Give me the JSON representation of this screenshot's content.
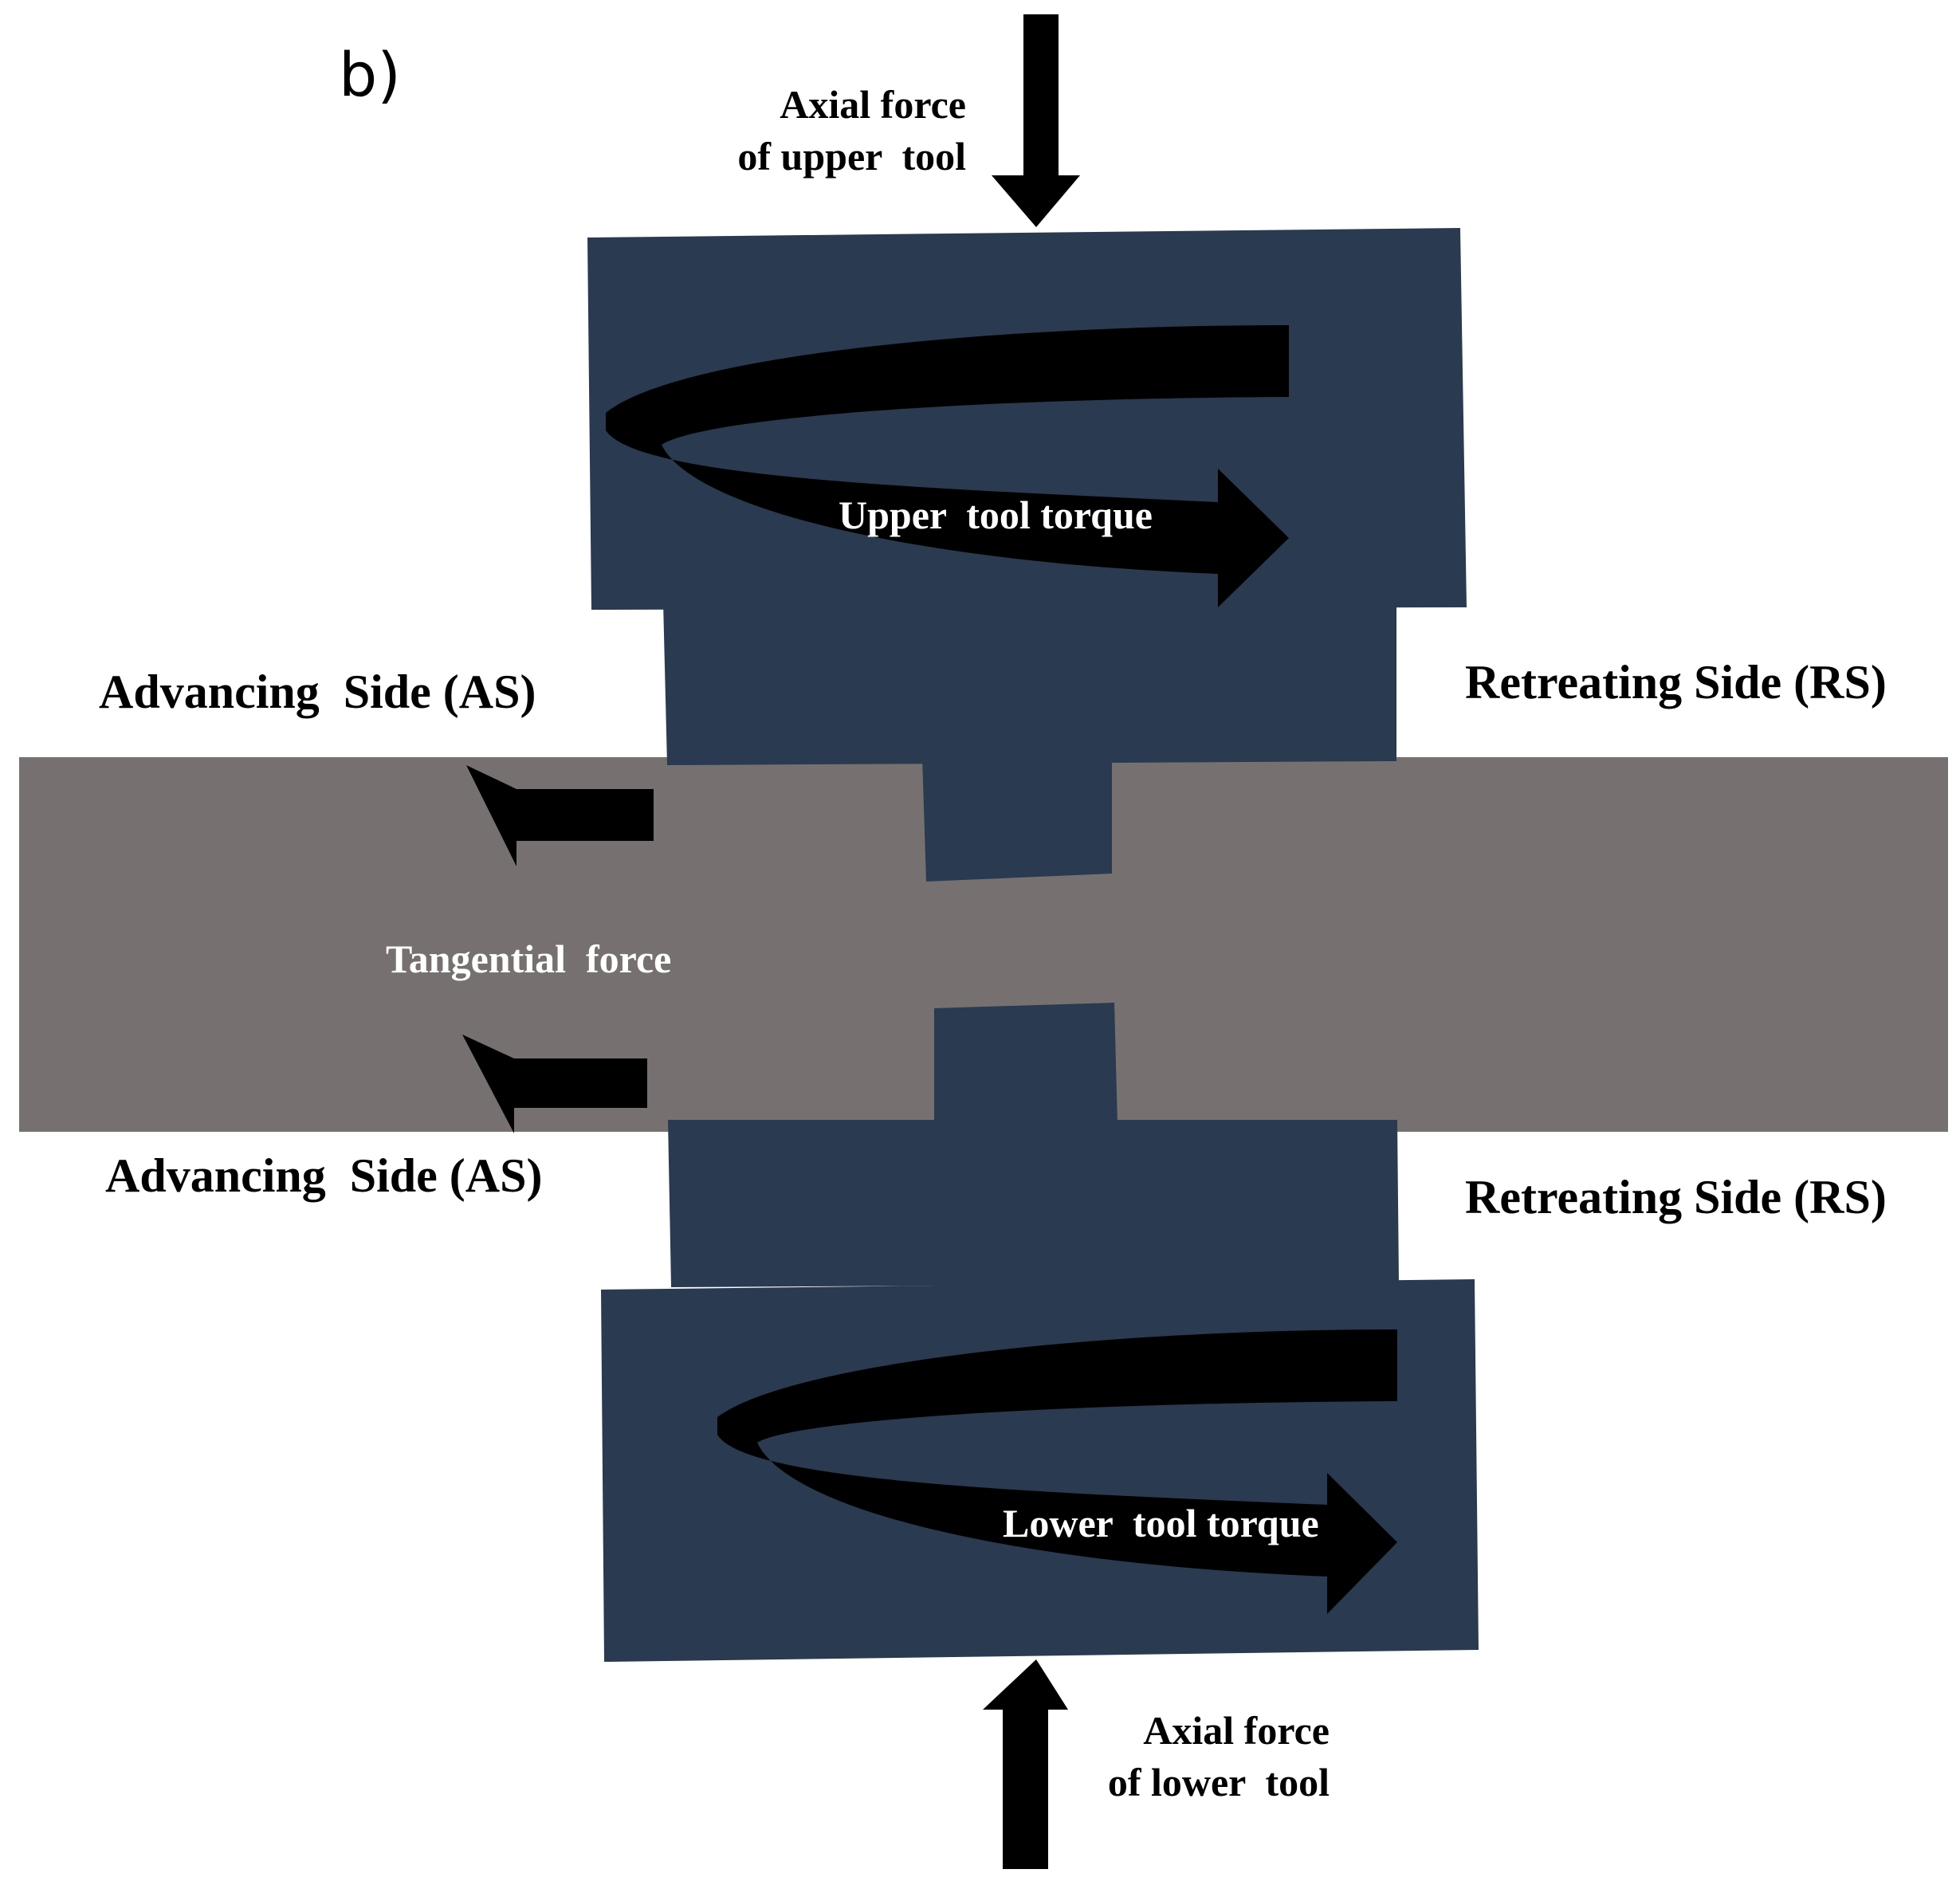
{
  "panel_label": "b)",
  "labels": {
    "axial_upper_line1": "Axial force",
    "axial_upper_line2": "of upper  tool",
    "upper_torque": "Upper  tool torque",
    "advancing_top": "Advancing  Side (AS)",
    "retreating_top": "Retreating Side (RS)",
    "tangential": "Tangential  force",
    "advancing_bottom": "Advancing  Side (AS)",
    "retreating_bottom": "Retreating Side (RS)",
    "lower_torque": "Lower  tool torque",
    "axial_lower_line1": "Axial force",
    "axial_lower_line2": "of lower  tool"
  },
  "colors": {
    "tool": "#2a3a50",
    "workpiece": "#767170",
    "arrow": "#000000",
    "label_dark": "#000000",
    "label_light": "#ffffff"
  }
}
